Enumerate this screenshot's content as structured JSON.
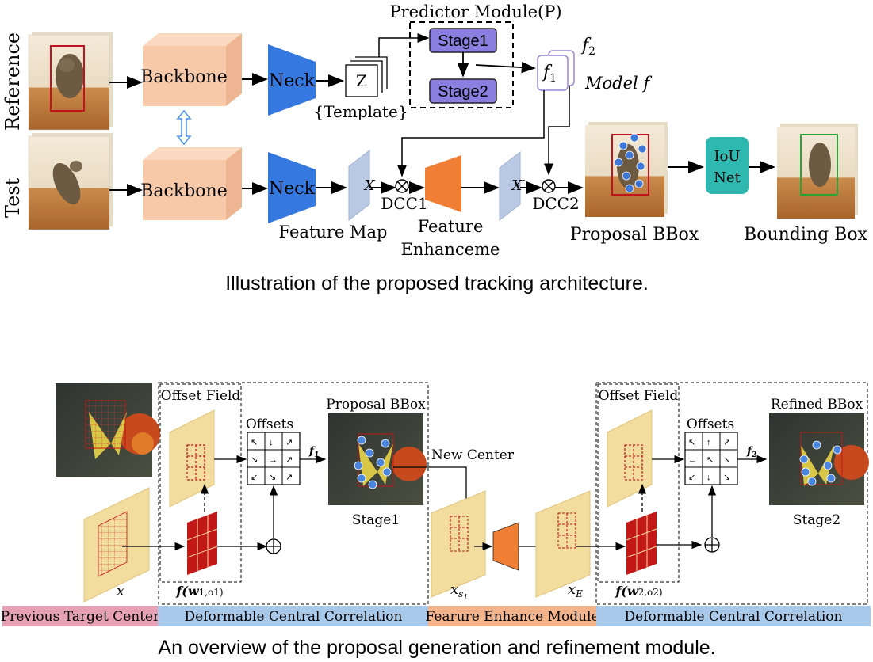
{
  "top": {
    "rows": {
      "reference": "Reference",
      "test": "Test"
    },
    "blocks": {
      "backbone": "Backbone",
      "neck": "Neck",
      "template_z": "Z",
      "template": "{Template}",
      "predictor_title": "Predictor Module(P)",
      "stage1": "Stage1",
      "stage2": "Stage2",
      "f1": "f",
      "f1_sub": "1",
      "f2": "f",
      "f2_sub": "2",
      "model_f": "Model f",
      "x": "X",
      "x_prime": "X′",
      "dcc1": "DCC1",
      "dcc2": "DCC2",
      "feature_map": "Feature Map",
      "feature_enh_1": "Feature",
      "feature_enh_2": "Enhanceme",
      "proposal_bbox": "Proposal BBox",
      "iou_1": "IoU",
      "iou_2": "Net",
      "bounding_box": "Bounding Box"
    },
    "caption": "Illustration of the proposed tracking architecture."
  },
  "bottom": {
    "offset_field_1": "Offset Field",
    "offsets_1": "Offsets",
    "proposal_bbox": "Proposal BBox",
    "stage1": "Stage1",
    "f1": "f",
    "f1_sub": "1",
    "new_center": "New Center",
    "offset_field_2": "Offset Field",
    "offsets_2": "Offsets",
    "refined_bbox": "Refined BBox",
    "stage2": "Stage2",
    "f2": "f",
    "f2_sub": "2",
    "x": "x",
    "xs1": "x",
    "xs1_sub": "s",
    "xs1_subsub": "1",
    "xe": "x",
    "xe_sub": "E",
    "fw1": "f(w",
    "fw1_rest": "1,o1)",
    "fw2": "f(w",
    "fw2_rest": "2,o2)",
    "bars": [
      {
        "label": "Previous Target Center",
        "color": "#e6a2b4"
      },
      {
        "label": "Deformable Central Correlation",
        "color": "#a9c9ea"
      },
      {
        "label": "Fearure Enhance Module",
        "color": "#f3b48c"
      },
      {
        "label": "Deformable Central Correlation",
        "color": "#a9c9ea"
      }
    ],
    "caption": "An overview of the proposal generation and refinement module."
  },
  "colors": {
    "backbone": "#f8c9a8",
    "neck": "#3478e0",
    "stage": "#8a7ee0",
    "iou": "#2fb8b0",
    "feature_plane": "#b9c8e3",
    "enhance": "#f07f35",
    "offset_plane": "#f2dd9f",
    "grid_red": "#c21818"
  },
  "icons": {
    "arrow": "arrow-right-icon",
    "correlation": "circled-times-icon",
    "sum": "circled-plus-icon",
    "double_arrow": "double-arrow-vertical-icon"
  }
}
